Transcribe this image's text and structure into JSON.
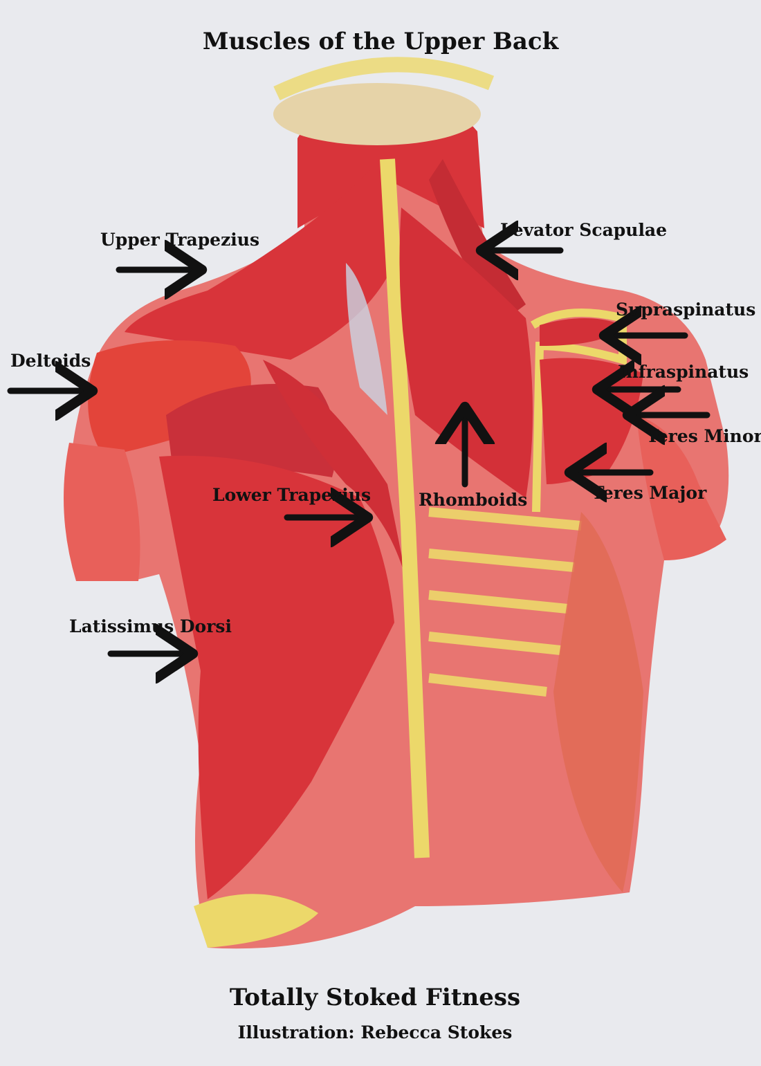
{
  "title": "Muscles of the Upper Back",
  "labels": {
    "upper_trapezius": "Upper Trapezius",
    "levator_scapulae": "Levator Scapulae",
    "supraspinatus": "Supraspinatus",
    "deltoids": "Deltoids",
    "infraspinatus": "Infraspinatus",
    "teres_minor": "Teres Minor",
    "lower_trapezius": "Lower Trapezius",
    "rhomboids": "Rhomboids",
    "teres_major": "Teres Major",
    "latissimus_dorsi": "Latissimus Dorsi"
  },
  "footer": {
    "brand": "Totally Stoked Fitness",
    "credit": "Illustration: Rebecca Stokes"
  },
  "colors": {
    "paper": "#e9eaee",
    "muscle": "#d8343a",
    "muscle_light": "#e8605a",
    "tendon": "#ecd86a",
    "bone": "#e6d3a8",
    "arrow": "#111111"
  }
}
